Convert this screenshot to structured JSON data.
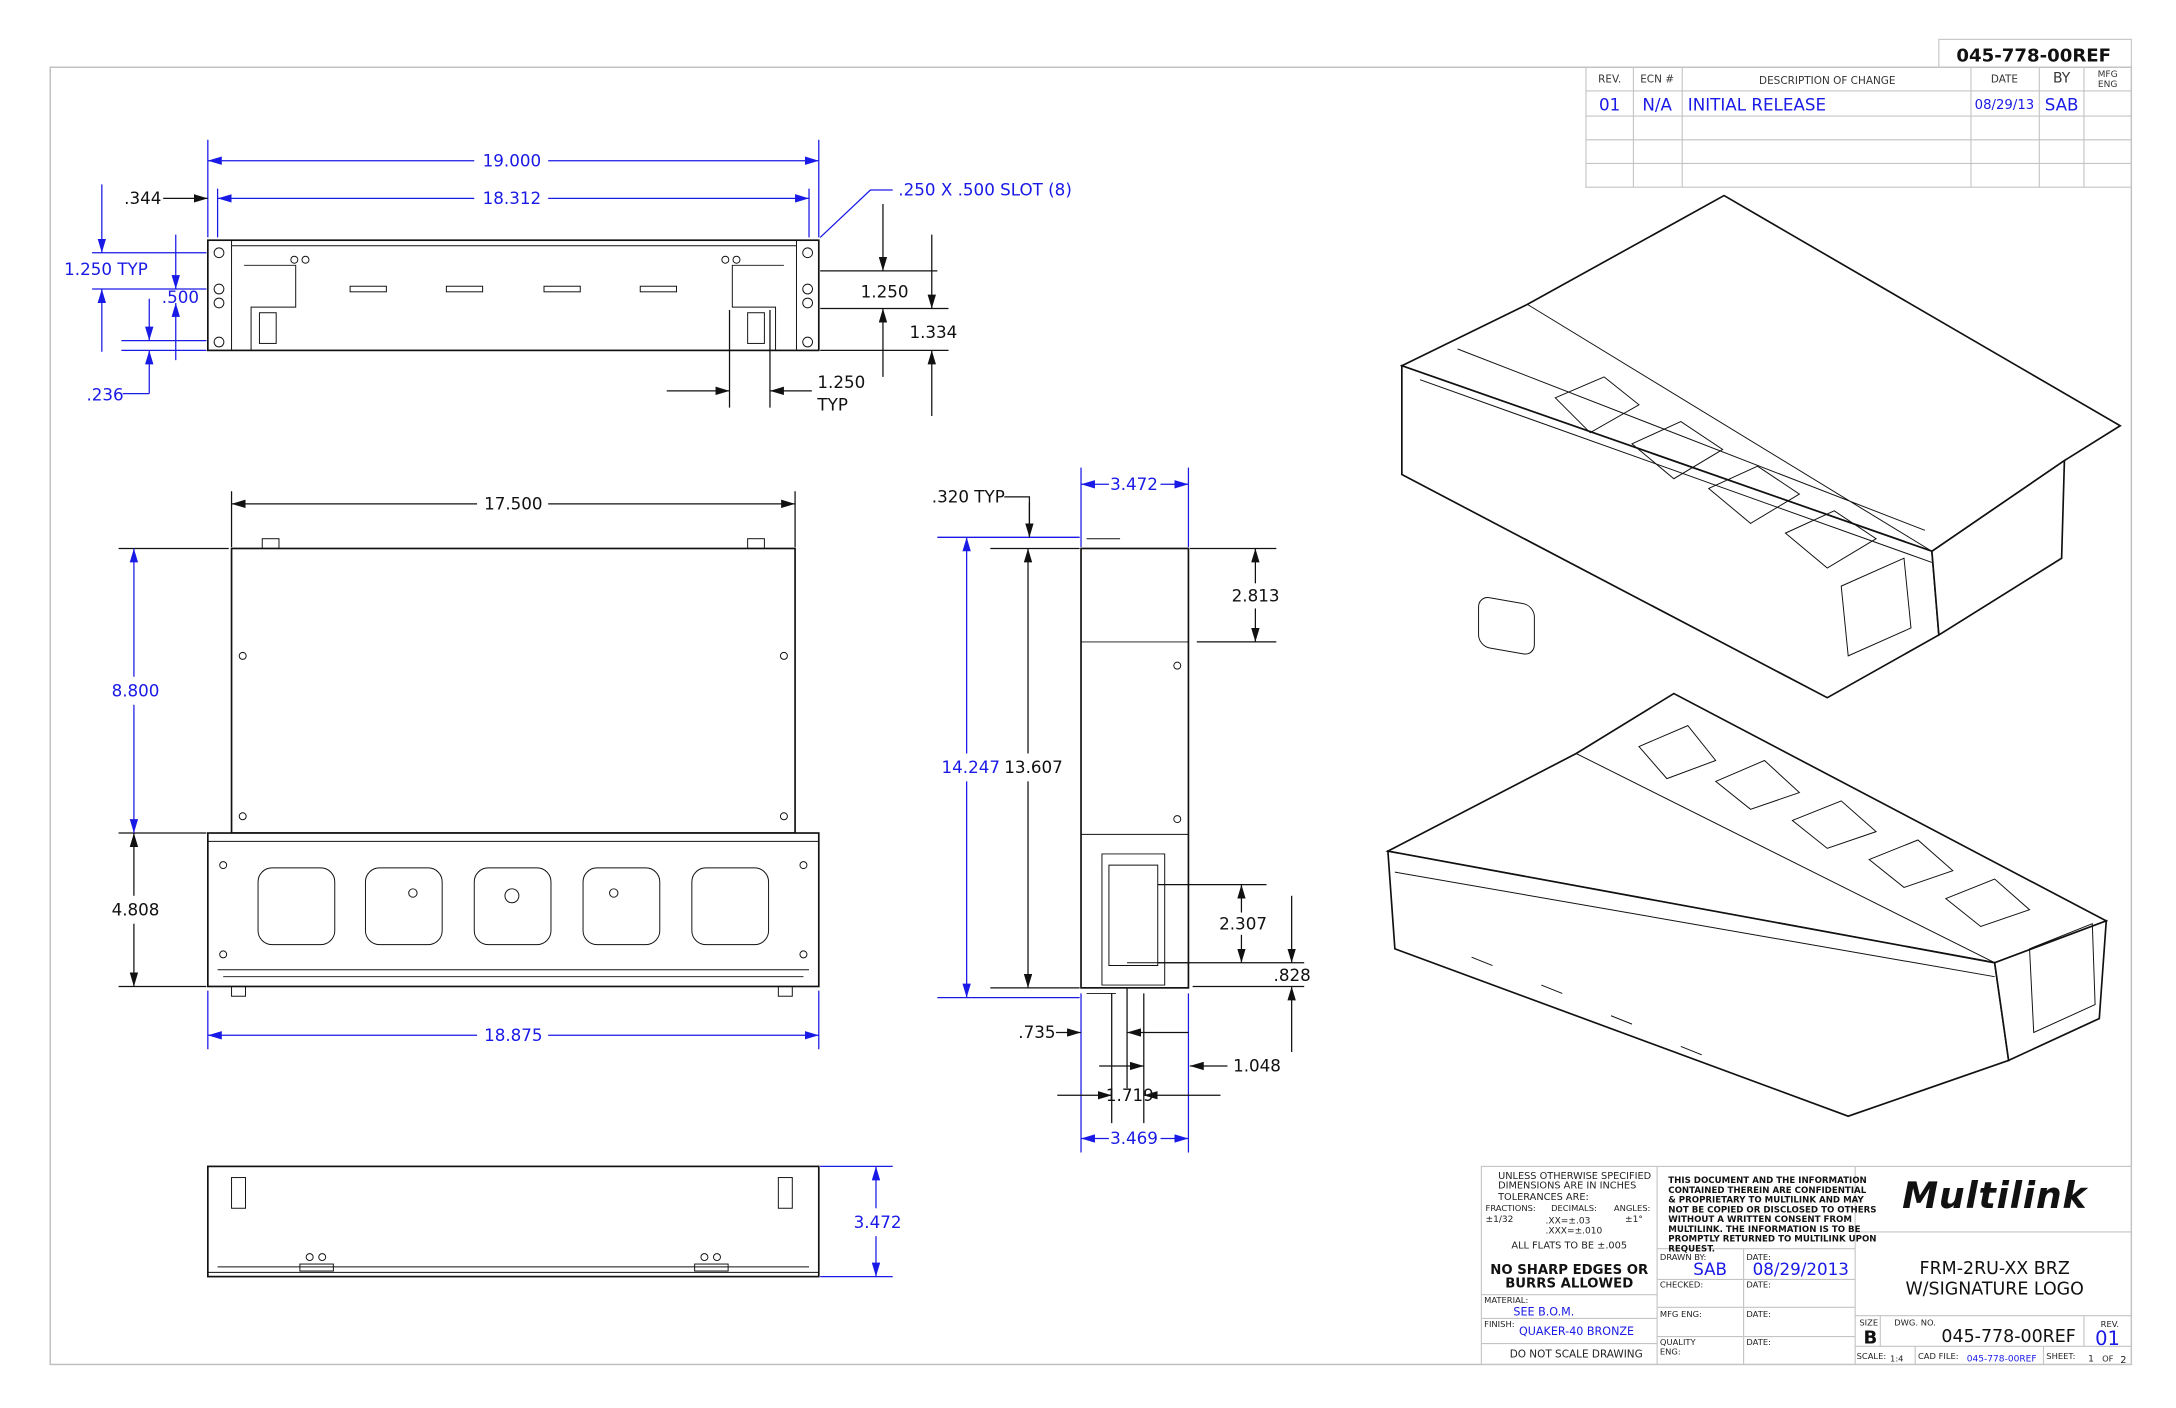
{
  "header": {
    "drawing_number": "045-778-00REF"
  },
  "revision_table": {
    "columns": [
      "REV.",
      "ECN #",
      "DESCRIPTION OF CHANGE",
      "DATE",
      "BY",
      "MFG",
      "ENG"
    ],
    "rows": [
      {
        "rev": "01",
        "ecn": "N/A",
        "description": "INITIAL RELEASE",
        "date": "08/29/13",
        "by": "SAB",
        "mfg_eng": ""
      }
    ]
  },
  "front_view": {
    "overall_width": "19.000",
    "inner_width": "18.312",
    "slot_note": ".250 X .500 SLOT (8)",
    "ear_offset": ".344",
    "hole_pitch": "1.250 TYP",
    "hole_spacing": ".500",
    "bottom_offset": ".236",
    "right_height_1": "1.250",
    "right_height_2": "1.334",
    "tab_width": "1.250",
    "tab_width_typ": "TYP"
  },
  "top_view": {
    "width": "17.500",
    "depth_upper": "8.800",
    "depth_lower": "4.808",
    "overall_width": "18.875"
  },
  "side_view": {
    "width_top": "3.472",
    "flange": ".320 TYP",
    "overall_depth": "14.247",
    "inner_depth": "13.607",
    "upper_section": "2.813",
    "lower_section": "2.307",
    "bottom_offset": ".828",
    "offset_a": ".735",
    "offset_b": "1.048",
    "inner_width": "1.719",
    "width_bottom": "3.469"
  },
  "bottom_view": {
    "height": "3.472"
  },
  "title_block": {
    "tolerance_lines": [
      "UNLESS OTHERWISE SPECIFIED",
      "DIMENSIONS ARE IN INCHES",
      "TOLERANCES ARE:"
    ],
    "fractions_label": "FRACTIONS:",
    "fractions_value": "±1/32",
    "decimals_label": "DECIMALS:",
    "decimals_xx": ".XX=±.03",
    "decimals_xxx": ".XXX=±.010",
    "angles_label": "ANGLES:",
    "angles_value": "±1°",
    "flats": "ALL FLATS TO BE ±.005",
    "edges_line1": "NO SHARP EDGES OR",
    "edges_line2": "BURRS ALLOWED",
    "material_label": "MATERIAL:",
    "material_value": "SEE B.O.M.",
    "finish_label": "FINISH:",
    "finish_value": "QUAKER-40 BRONZE",
    "no_scale": "DO NOT SCALE DRAWING",
    "confidential": [
      "THIS DOCUMENT AND THE INFORMATION",
      "CONTAINED THEREIN ARE CONFIDENTIAL",
      "& PROPRIETARY TO MULTILINK AND MAY",
      "NOT BE COPIED OR DISCLOSED TO OTHERS",
      "WITHOUT A WRITTEN CONSENT FROM",
      "MULTILINK. THE INFORMATION IS TO BE",
      "PROMPTLY RETURNED TO MULTILINK UPON",
      "REQUEST."
    ],
    "drawn_by_label": "DRAWN BY:",
    "drawn_by": "SAB",
    "date_label": "DATE:",
    "drawn_date": "08/29/2013",
    "checked_label": "CHECKED:",
    "mfg_eng_label": "MFG ENG:",
    "quality_label_1": "QUALITY",
    "quality_label_2": "ENG:",
    "company": "Multilink",
    "title_line1": "FRM-2RU-XX BRZ",
    "title_line2": "W/SIGNATURE LOGO",
    "size_label": "SIZE",
    "size": "B",
    "dwg_no_label": "DWG. NO.",
    "dwg_no": "045-778-00REF",
    "rev_label": "REV.",
    "rev": "01",
    "scale_label": "SCALE:",
    "scale": "1:4",
    "cad_label": "CAD  FILE:",
    "cad_file": "045-778-00REF",
    "sheet_label": "SHEET:",
    "sheet": "1",
    "of_label": "OF",
    "sheet_total": "2"
  },
  "colors": {
    "dimension": "#1a1ae6",
    "geometry": "#111111",
    "frame": "#bdbdbd"
  }
}
